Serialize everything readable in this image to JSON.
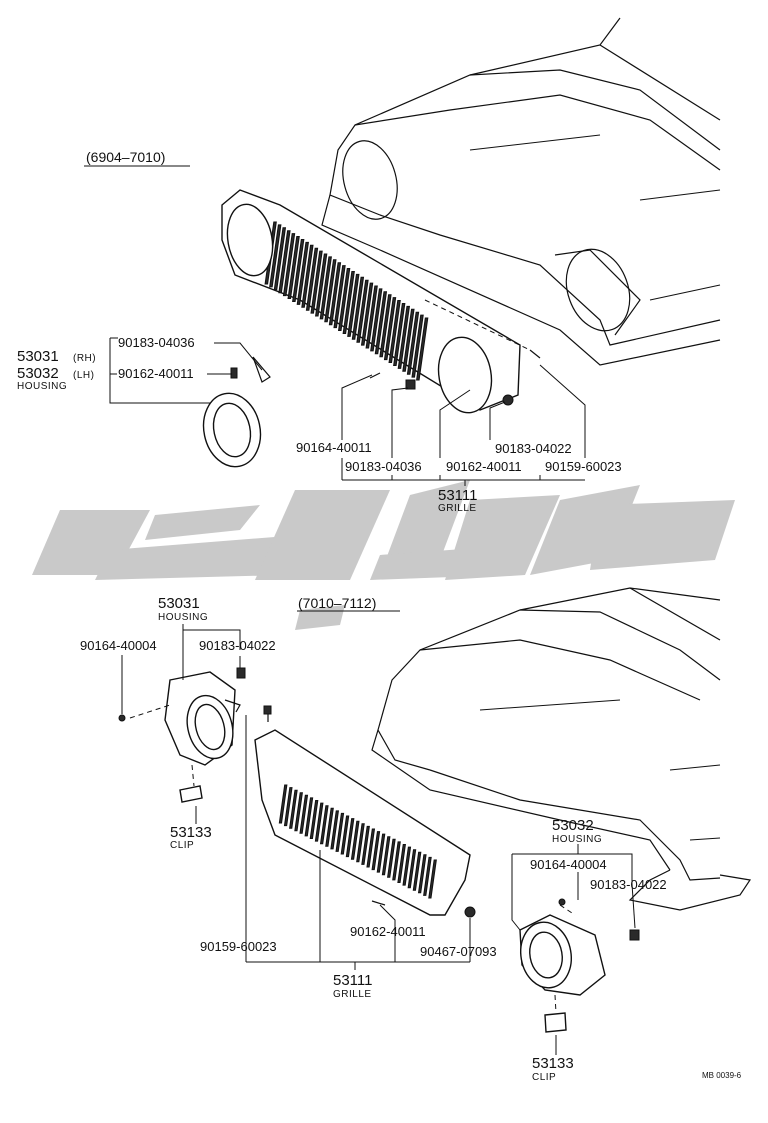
{
  "diagram": {
    "upper": {
      "range": "(6904–7010)",
      "housing_rh": "53031",
      "rh": "(RH)",
      "housing_lh": "53032",
      "lh": "(LH)",
      "housing_label": "HOUSING",
      "screw_a": "90183-04036",
      "screw_b": "90162-40011",
      "p1": "90164-40011",
      "p2": "90183-04036",
      "p3": "90162-40011",
      "p4": "90183-04022",
      "p5": "90159-60023",
      "grille_no": "53111",
      "grille_label": "GRILLE"
    },
    "lower": {
      "range": "(7010–7112)",
      "left_housing_no": "53031",
      "left_housing_label": "HOUSING",
      "left_screw": "90164-40004",
      "left_nut": "90183-04022",
      "left_clip_no": "53133",
      "left_clip_label": "CLIP",
      "grille_screw": "90159-60023",
      "grille_p1": "90162-40011",
      "grille_p2": "90467-07093",
      "grille_no": "53111",
      "grille_label": "GRILLE",
      "right_housing_no": "53032",
      "right_housing_label": "HOUSING",
      "right_screw": "90164-40004",
      "right_nut": "90183-04022",
      "right_clip_no": "53133",
      "right_clip_label": "CLIP"
    },
    "ref_code": "MB 0039-6",
    "colors": {
      "ink": "#111111",
      "watermark": "#c9c9c9"
    }
  }
}
